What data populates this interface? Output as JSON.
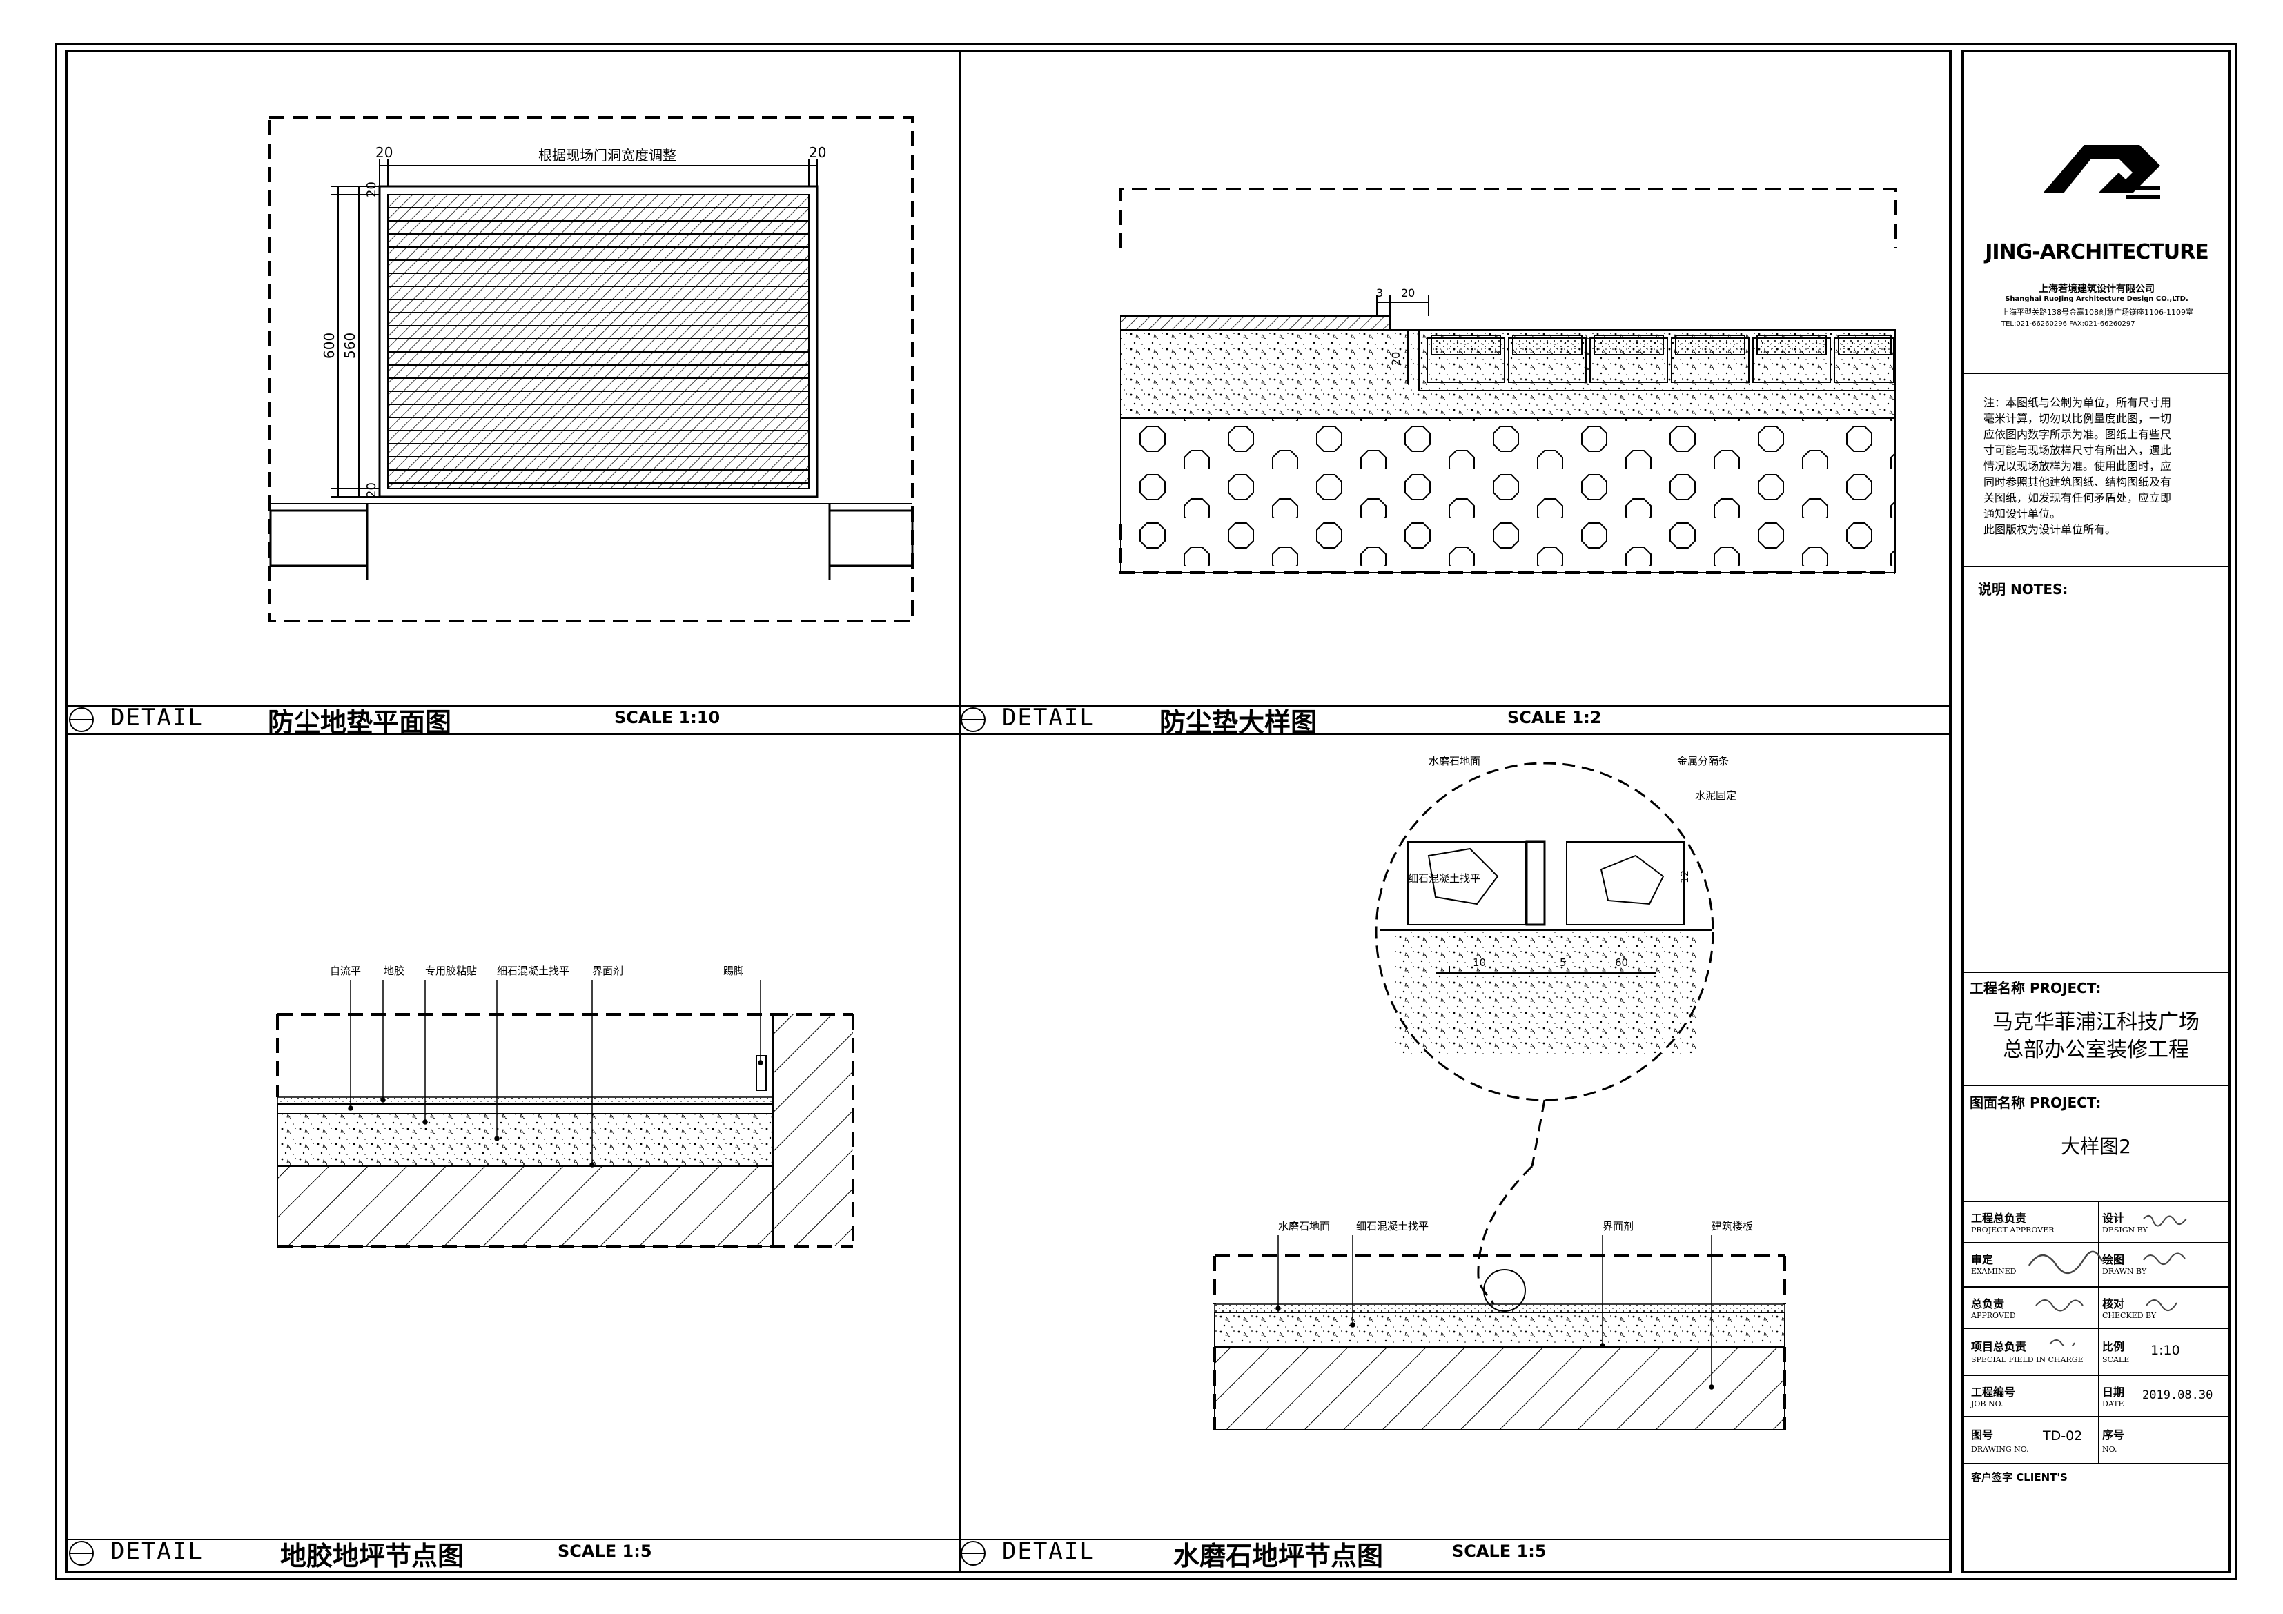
{
  "details": [
    {
      "prefix": "DETAIL",
      "title": "防尘地垫平面图",
      "scale": "SCALE 1:10"
    },
    {
      "prefix": "DETAIL",
      "title": "防尘垫大样图",
      "scale": "SCALE  1:2"
    },
    {
      "prefix": "DETAIL",
      "title": "地胶地坪节点图",
      "scale": "SCALE  1:5"
    },
    {
      "prefix": "DETAIL",
      "title": "水磨石地坪节点图",
      "scale": "SCALE  1:5"
    }
  ],
  "plan": {
    "top_label": "根据现场门洞宽度调整",
    "dims": {
      "left": "20",
      "right": "20",
      "h600": "600",
      "h560": "560",
      "t20": "20",
      "b20": "20"
    }
  },
  "mat_detail": {
    "d3": "3",
    "d20a": "20",
    "d20b": "20"
  },
  "rubber": {
    "labels": [
      "自流平",
      "地胶",
      "专用胶粘贴",
      "细石混凝土找平",
      "界面剂",
      "踢脚"
    ]
  },
  "terrazzo": {
    "callout": [
      "水磨石地面",
      "金属分隔条",
      "水泥固定",
      "细石混凝土找平"
    ],
    "dims": [
      "10",
      "5",
      "60",
      "12"
    ],
    "labels": [
      "水磨石地面",
      "细石混凝土找平",
      "界面剂",
      "建筑楼板"
    ]
  },
  "titleblock": {
    "brand": "JING-ARCHITECTURE",
    "company_cn": "上海若境建筑设计有限公司",
    "company_en": "Shanghai RuoJing Architecture Design CO.,LTD.",
    "address": "上海平型关路138号金赢108创意广场镁座1106-1109室",
    "tel": "TEL:021-66260296    FAX:021-66260297",
    "notes": [
      "注：本图纸与公制为单位，所有尺寸用",
      "毫米计算，切勿以比例量度此图，一切",
      "应依图内数字所示为准。图纸上有些尺",
      "寸可能与现场放样尺寸有所出入，遇此",
      "情况以现场放样为准。使用此图时，应",
      "同时参照其他建筑图纸、结构图纸及有",
      "关图纸，如发现有任何矛盾处，应立即",
      "通知设计单位。",
      "此图版权为设计单位所有。"
    ],
    "notes_label": "说明  NOTES:",
    "project_label": "工程名称 PROJECT:",
    "project_name": [
      "马克华菲浦江科技广场",
      "总部办公室装修工程"
    ],
    "drawing_label": "图面名称 PROJECT:",
    "drawing_name": "大样图2",
    "rows": [
      {
        "l_cn": "工程总负责",
        "l_en": "PROJECT APPROVER",
        "r_cn": "设计",
        "r_en": "DESIGN BY",
        "r_val": ""
      },
      {
        "l_cn": "审定",
        "l_en": "EXAMINED",
        "r_cn": "绘图",
        "r_en": "DRAWN BY",
        "r_val": ""
      },
      {
        "l_cn": "总负责",
        "l_en": "APPROVED",
        "r_cn": "核对",
        "r_en": "CHECKED BY",
        "r_val": ""
      },
      {
        "l_cn": "项目总负责",
        "l_en": "SPECIAL FIELD IN CHARGE",
        "r_cn": "比例",
        "r_en": "SCALE",
        "r_val": "1:10"
      },
      {
        "l_cn": "工程编号",
        "l_en": "JOB NO.",
        "r_cn": "日期",
        "r_en": "DATE",
        "r_val": "2019.08.30"
      },
      {
        "l_cn": "图号",
        "l_en": "DRAWING NO.",
        "r_cn": "序号",
        "r_en": "NO.",
        "r_val": ""
      }
    ],
    "drawing_no": "TD-02",
    "client_label": "客户签字 CLIENT'S"
  }
}
